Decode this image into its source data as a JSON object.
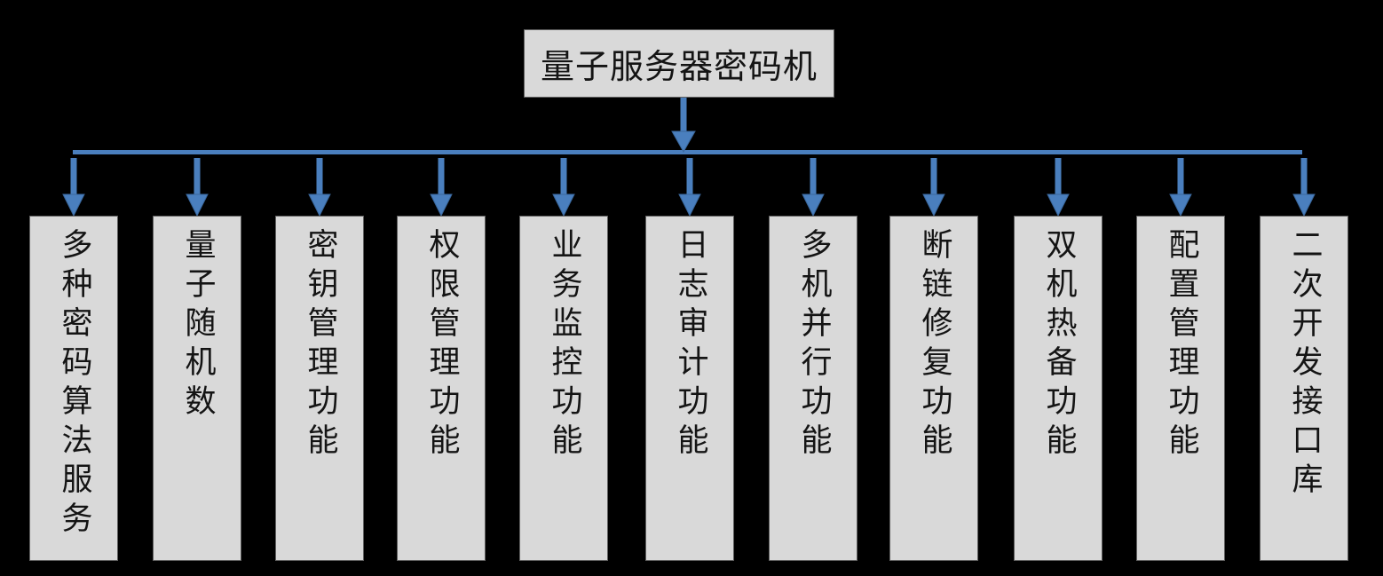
{
  "diagram": {
    "root": {
      "label": "量子服务器密码机"
    },
    "children": [
      {
        "label": "多种密码算法服务"
      },
      {
        "label": "量子随机数"
      },
      {
        "label": "密钥管理功能"
      },
      {
        "label": "权限管理功能"
      },
      {
        "label": "业务监控功能"
      },
      {
        "label": "日志审计功能"
      },
      {
        "label": "多机并行功能"
      },
      {
        "label": "断链修复功能"
      },
      {
        "label": "双机热备功能"
      },
      {
        "label": "配置管理功能"
      },
      {
        "label": "二次开发接口库"
      }
    ],
    "colors": {
      "connector_fill": "#4a7fbe",
      "connector_edge": "#3a679c",
      "box_fill": "#d9d9d9",
      "box_border": "#606060",
      "background": "#000000",
      "text": "#141414"
    }
  }
}
